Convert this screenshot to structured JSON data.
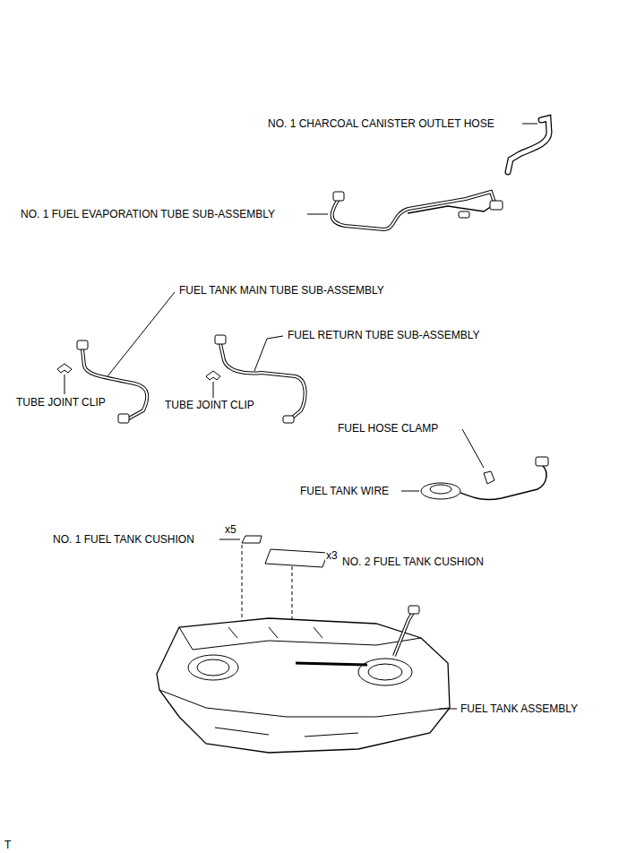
{
  "diagram": {
    "labels": [
      "NO. 1 CHARCOAL CANISTER OUTLET HOSE",
      "NO. 1 FUEL EVAPORATION TUBE SUB-ASSEMBLY",
      "FUEL TANK MAIN TUBE SUB-ASSEMBLY",
      "FUEL RETURN TUBE SUB-ASSEMBLY",
      "TUBE JOINT CLIP",
      "TUBE JOINT CLIP",
      "FUEL HOSE CLAMP",
      "FUEL TANK WIRE",
      "x5",
      "NO. 1 FUEL TANK CUSHION",
      "x3",
      "NO. 2 FUEL TANK CUSHION",
      "FUEL TANK ASSEMBLY",
      "T"
    ]
  }
}
